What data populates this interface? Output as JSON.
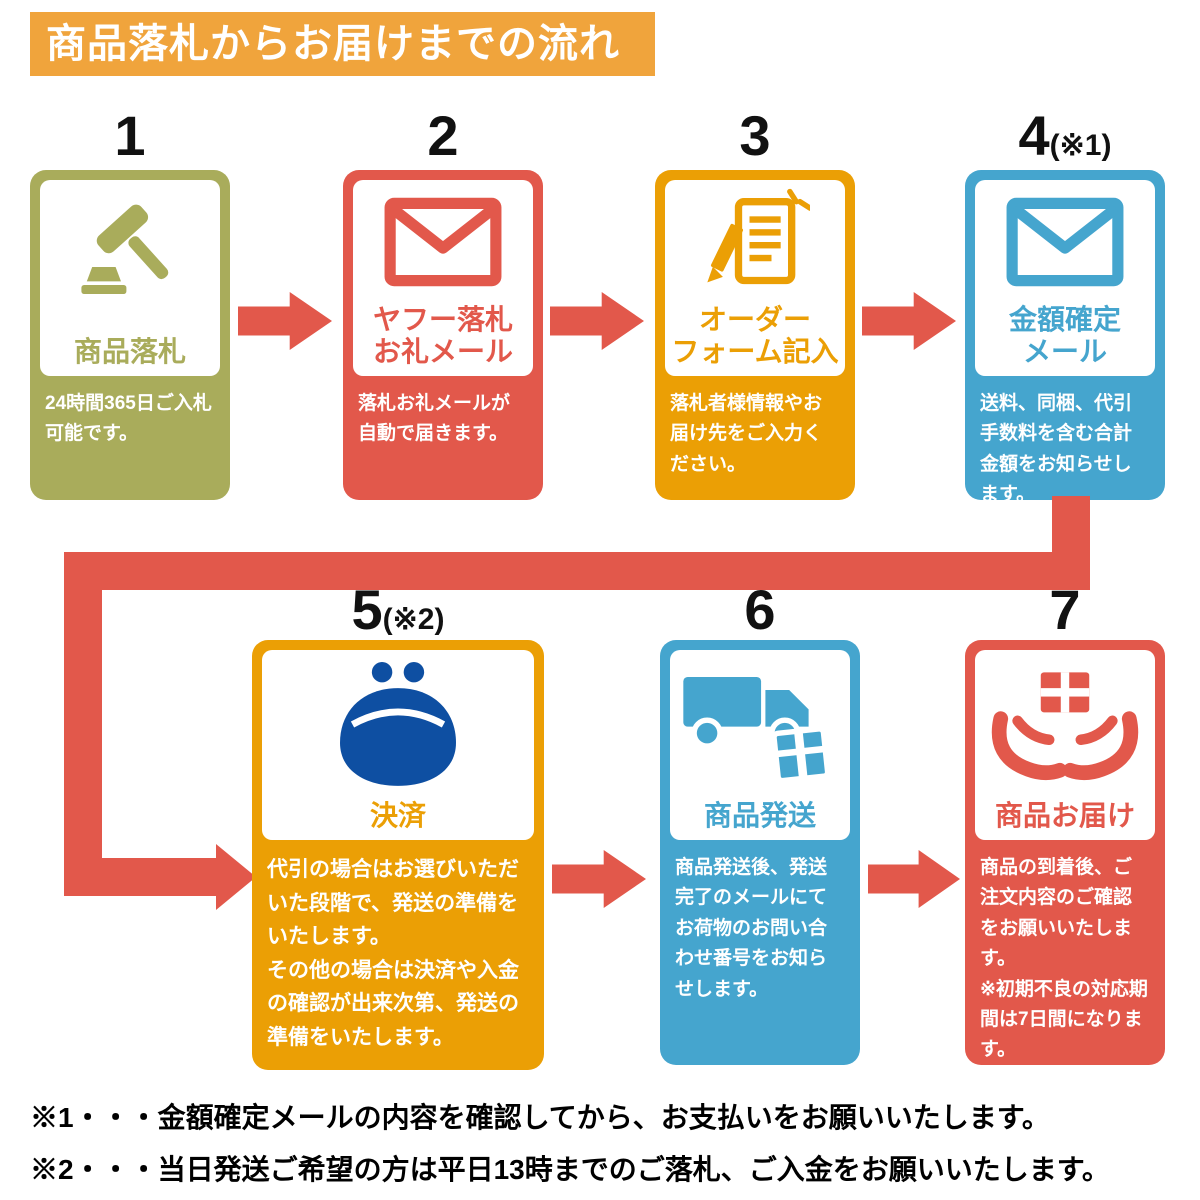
{
  "header": {
    "title": "商品落札からお届けまでの流れ",
    "bg": "#F0A43C"
  },
  "colors": {
    "arrow": "#E2584B",
    "connector": "#E2584B"
  },
  "steps": [
    {
      "number": "1",
      "suffix": "",
      "title": "商品落札",
      "desc": "24時間365日ご入札可能です。",
      "color": "#A9AC5B",
      "icon": "gavel-icon"
    },
    {
      "number": "2",
      "suffix": "",
      "title": "ヤフー落札\nお礼メール",
      "desc": "落札お礼メールが自動で届きます。",
      "color": "#E2584B",
      "icon": "mail-icon"
    },
    {
      "number": "3",
      "suffix": "",
      "title": "オーダー\nフォーム記入",
      "desc": "落札者様情報やお届け先をご入力ください。",
      "color": "#EB9F05",
      "icon": "form-pencil-icon"
    },
    {
      "number": "4",
      "suffix": "(※1)",
      "title": "金額確定\nメール",
      "desc": "送料、同梱、代引手数料を含む合計金額をお知らせします。",
      "color": "#45A5CE",
      "icon": "mail-icon"
    },
    {
      "number": "5",
      "suffix": "(※2)",
      "title": "決済",
      "desc": "代引の場合はお選びいただいた段階で、発送の準備をいたします。\nその他の場合は決済や入金の確認が出来次第、発送の準備をいたします。",
      "color": "#EB9F05",
      "icon": "coin-purse-icon",
      "icon_color": "#0E4FA2"
    },
    {
      "number": "6",
      "suffix": "",
      "title": "商品発送",
      "desc": "商品発送後、発送完了のメールにてお荷物のお問い合わせ番号をお知らせします。",
      "color": "#45A5CE",
      "icon": "truck-box-icon"
    },
    {
      "number": "7",
      "suffix": "",
      "title": "商品お届け",
      "desc": "商品の到着後、ご注文内容のご確認をお願いいたします。\n※初期不良の対応期間は7日間になります。",
      "color": "#E2584B",
      "icon": "hands-box-icon"
    }
  ],
  "notes": [
    "※1・・・金額確定メールの内容を確認してから、お支払いをお願いいたします。",
    "※2・・・当日発送ご希望の方は平日13時までのご落札、ご入金をお願いいたします。"
  ]
}
